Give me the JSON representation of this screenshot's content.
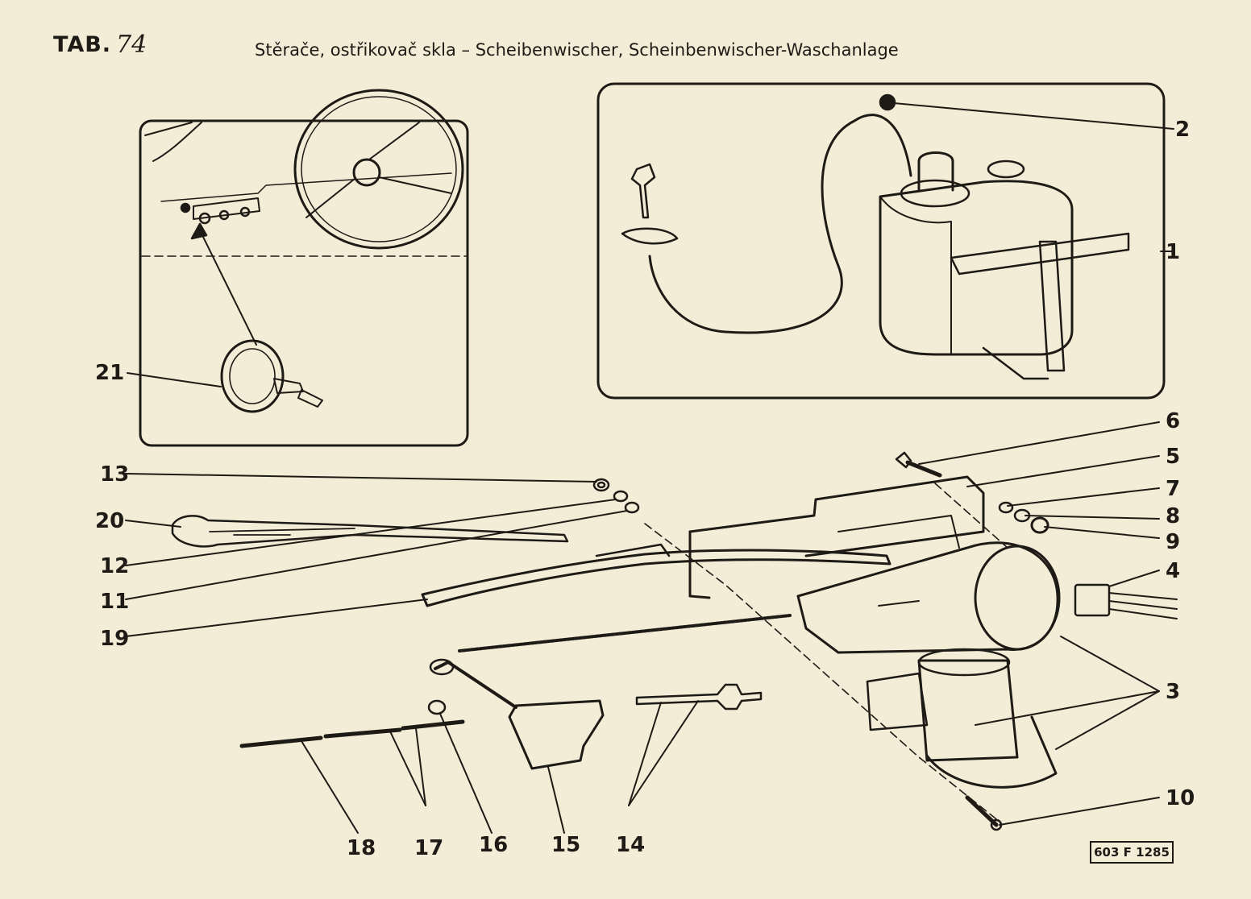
{
  "header": {
    "tab_label": "TAB.",
    "tab_number": "74",
    "title": "Stěrače, ostřikovač skla – Scheibenwischer, Scheinbenwischer-Waschanlage"
  },
  "part_numbers": [
    "1",
    "2",
    "3",
    "4",
    "5",
    "6",
    "7",
    "8",
    "9",
    "10",
    "11",
    "12",
    "13",
    "14",
    "15",
    "16",
    "17",
    "18",
    "19",
    "20",
    "21"
  ],
  "drawing_code": "603 F 1285",
  "colors": {
    "paper": "#f3ecd6",
    "ink": "#1e1b16"
  }
}
